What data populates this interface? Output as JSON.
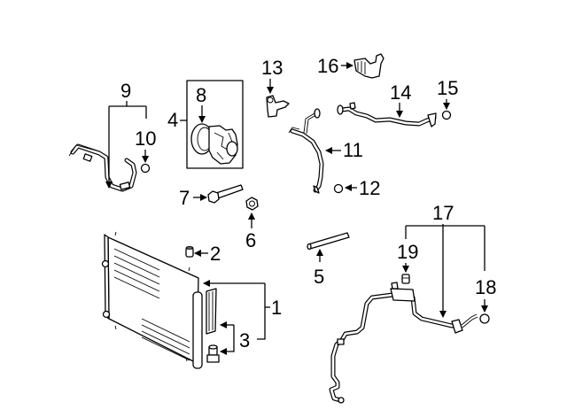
{
  "diagram": {
    "type": "exploded parts diagram",
    "colors": {
      "line": "#000000",
      "background": "#ffffff"
    },
    "callouts": [
      {
        "id": "1",
        "label": "1",
        "part": "condenser"
      },
      {
        "id": "2",
        "label": "2",
        "part": "cap"
      },
      {
        "id": "3",
        "label": "3",
        "part": "dryer-element-and-plug"
      },
      {
        "id": "4",
        "label": "4",
        "part": "compressor-assembly"
      },
      {
        "id": "5",
        "label": "5",
        "part": "tube"
      },
      {
        "id": "6",
        "label": "6",
        "part": "nut"
      },
      {
        "id": "7",
        "label": "7",
        "part": "bolt"
      },
      {
        "id": "8",
        "label": "8",
        "part": "clutch"
      },
      {
        "id": "9",
        "label": "9",
        "part": "suction-hose"
      },
      {
        "id": "10",
        "label": "10",
        "part": "o-ring"
      },
      {
        "id": "11",
        "label": "11",
        "part": "discharge-hose"
      },
      {
        "id": "12",
        "label": "12",
        "part": "o-ring"
      },
      {
        "id": "13",
        "label": "13",
        "part": "bracket"
      },
      {
        "id": "14",
        "label": "14",
        "part": "liquid-line"
      },
      {
        "id": "15",
        "label": "15",
        "part": "o-ring"
      },
      {
        "id": "16",
        "label": "16",
        "part": "bracket"
      },
      {
        "id": "17",
        "label": "17",
        "part": "rear-line"
      },
      {
        "id": "18",
        "label": "18",
        "part": "o-ring"
      },
      {
        "id": "19",
        "label": "19",
        "part": "valve"
      }
    ]
  }
}
